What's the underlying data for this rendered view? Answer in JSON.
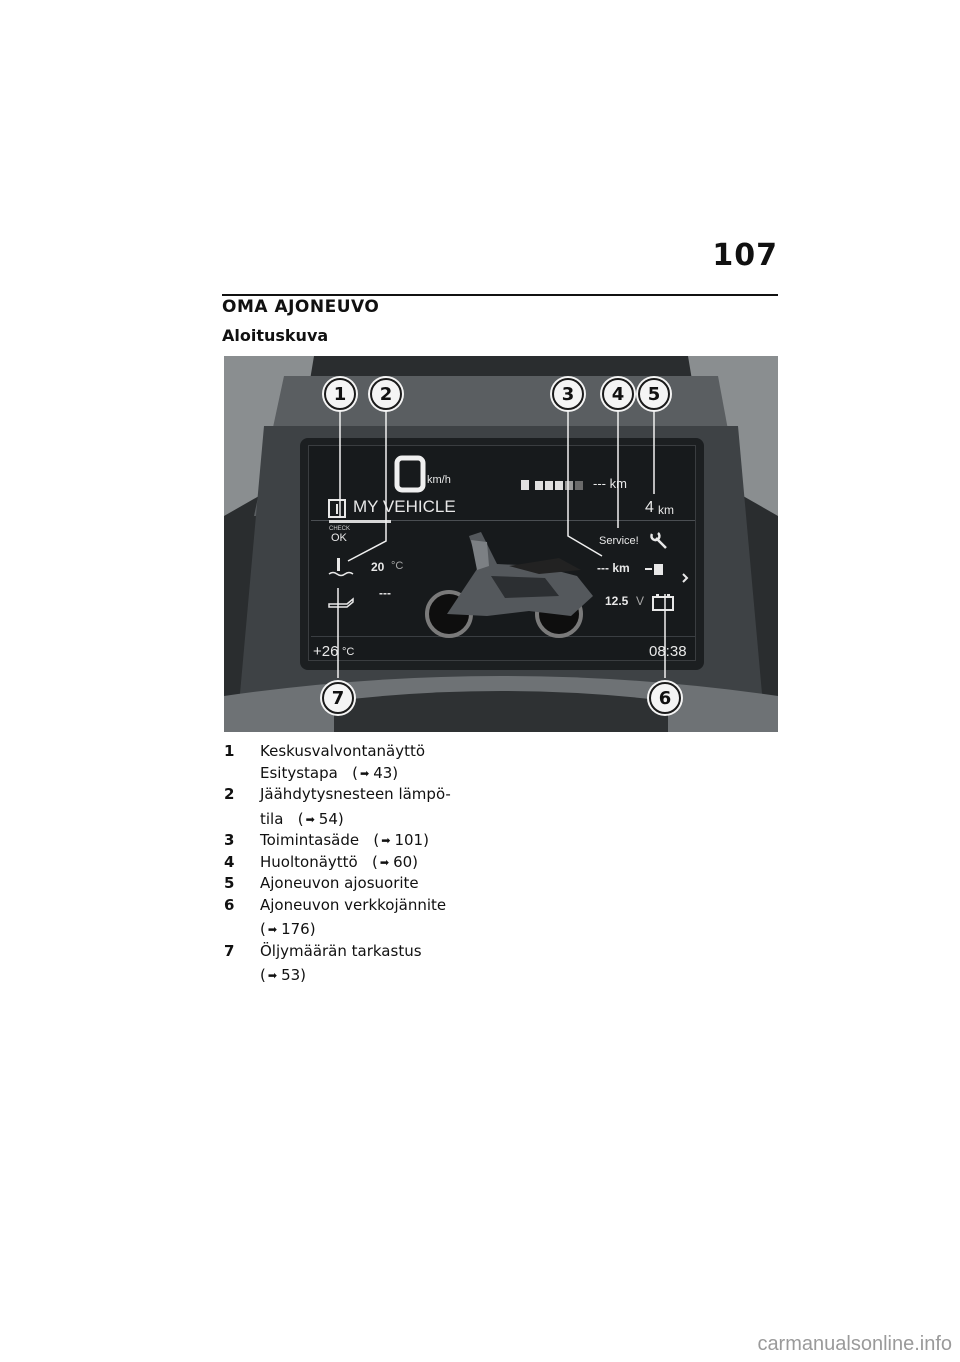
{
  "page_number": "107",
  "section_title": "OMA AJONEUVO",
  "subsection_title": "Aloituskuva",
  "figure": {
    "screen": {
      "speed_value": "0",
      "speed_unit": "km/h",
      "fuel_range": "--- km",
      "info_label": "MY VEHICLE",
      "check_label": "CHECK",
      "check_status": "OK",
      "trip_value": "4",
      "trip_unit": "km",
      "service_label": "Service!",
      "coolant_value": "20",
      "coolant_unit": "°C",
      "range_value": "--- km",
      "oil_value": "---",
      "voltage_value": "12.5",
      "voltage_unit": "V",
      "ambient_temp": "+26",
      "ambient_unit": "°C",
      "clock": "08:38"
    },
    "callouts": [
      "1",
      "2",
      "3",
      "4",
      "5",
      "6",
      "7"
    ]
  },
  "legend": [
    {
      "num": "1",
      "lines": [
        "Keskusvalvontanäyttö",
        "Esitystapa"
      ],
      "ref": "43)"
    },
    {
      "num": "2",
      "lines": [
        "Jäähdytysnesteen lämpö-",
        "tila"
      ],
      "ref": "54)"
    },
    {
      "num": "3",
      "lines": [
        "Toimintasäde"
      ],
      "ref": "101)"
    },
    {
      "num": "4",
      "lines": [
        "Huoltonäyttö"
      ],
      "ref": "60)"
    },
    {
      "num": "5",
      "lines": [
        "Ajoneuvon ajosuorite"
      ],
      "ref": ""
    },
    {
      "num": "6",
      "lines": [
        "Ajoneuvon verkkojännite"
      ],
      "ref": "176)"
    },
    {
      "num": "7",
      "lines": [
        "Öljymäärän tarkastus"
      ],
      "ref": "53)"
    }
  ],
  "watermark": "carmanualsonline.info"
}
